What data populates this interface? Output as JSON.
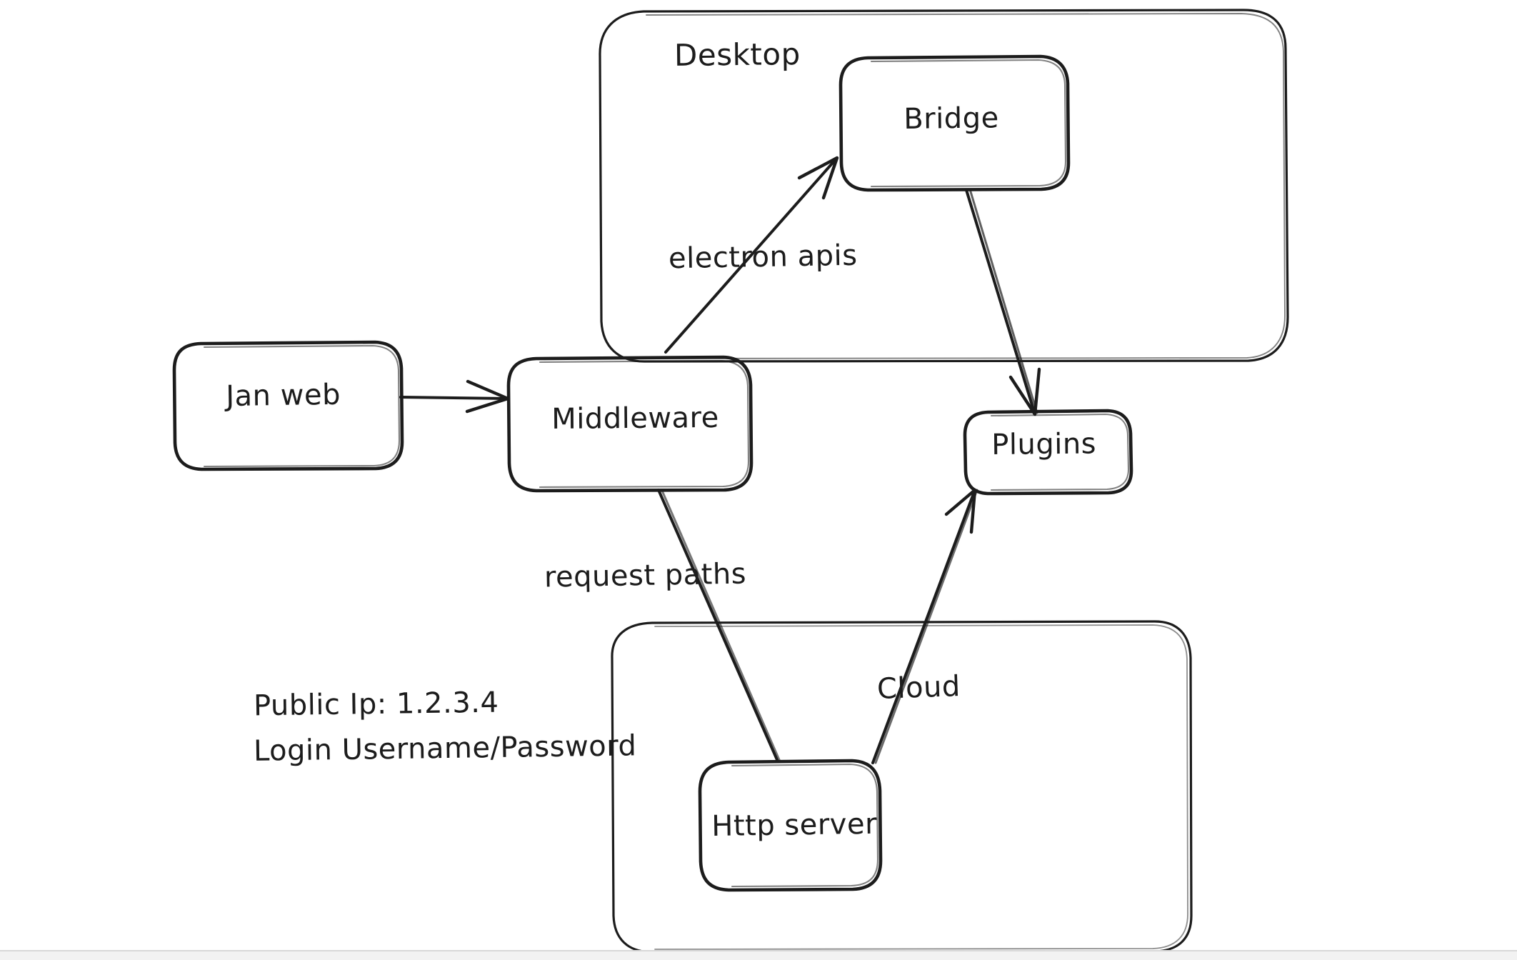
{
  "diagram": {
    "title": "Jan architecture diagram",
    "style": "hand-drawn whiteboard sketch",
    "background_color": "#ffffff",
    "stroke_color": "#1c1c1c",
    "containers": [
      {
        "id": "desktop",
        "label": "Desktop"
      },
      {
        "id": "cloud",
        "label": ""
      }
    ],
    "nodes": [
      {
        "id": "jan-web",
        "label": "Jan web"
      },
      {
        "id": "middleware",
        "label": "Middleware"
      },
      {
        "id": "bridge",
        "label": "Bridge"
      },
      {
        "id": "plugins",
        "label": "Plugins"
      },
      {
        "id": "http-server",
        "label": "Http server"
      }
    ],
    "edges": [
      {
        "id": "janweb-middleware",
        "from": "Jan web",
        "to": "Middleware",
        "label": ""
      },
      {
        "id": "middleware-bridge",
        "from": "Middleware",
        "to": "Bridge",
        "label": "electron apis"
      },
      {
        "id": "bridge-plugins",
        "from": "Bridge",
        "to": "Plugins",
        "label": ""
      },
      {
        "id": "middleware-httpserver",
        "from": "Middleware",
        "to": "Http server",
        "label": "request paths"
      },
      {
        "id": "httpserver-plugins",
        "from": "Http server",
        "to": "Plugins",
        "label": "Cloud"
      }
    ],
    "labels": {
      "desktop": "Desktop",
      "bridge": "Bridge",
      "jan_web": "Jan web",
      "middleware": "Middleware",
      "plugins": "Plugins",
      "http_server": "Http server",
      "electron_apis": "electron apis",
      "request_paths": "request paths",
      "cloud": "Cloud"
    },
    "notes": {
      "public_ip": "Public Ip: 1.2.3.4",
      "login": "Login Username/Password"
    }
  }
}
